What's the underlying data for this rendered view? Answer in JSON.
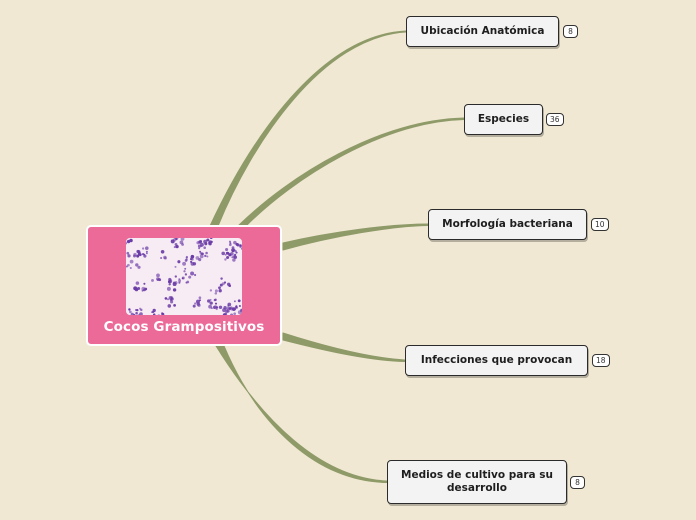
{
  "root": {
    "title": "Cocos Grampositivos"
  },
  "topics": [
    {
      "label": "Ubicación Anatómica",
      "count": "8"
    },
    {
      "label": "Especies",
      "count": "36"
    },
    {
      "label": "Morfología bacteriana",
      "count": "10"
    },
    {
      "label": "Infecciones que provocan",
      "count": "18"
    },
    {
      "label": "Medios de cultivo para su desarrollo",
      "count": "8"
    }
  ],
  "colors": {
    "background": "#f0e8d3",
    "root_fill": "#ec6a98",
    "connector": "#8e9a68",
    "topic_fill": "#f3f3f3",
    "micrograph_stain": "#6a3aa6"
  }
}
